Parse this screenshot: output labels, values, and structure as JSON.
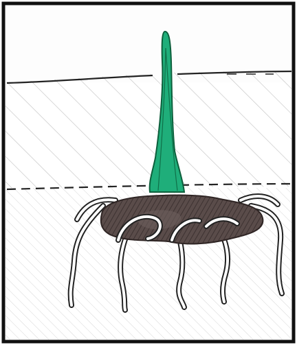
{
  "colors": {
    "border": "#111111",
    "sky": "#fdfdfd",
    "upper_soil_hatch": "#c8c8c8",
    "lower_soil_hatch": "#d6d6d6",
    "soil_line": "#222222",
    "shoot": "#1fae7a",
    "shoot_outline": "#0d5f3c",
    "tuber": "#5a4c4a",
    "tuber_dark": "#2f2524",
    "root_fill": "#ffffff",
    "root_outline": "#222222"
  },
  "icons": {
    "shoot": "green-sprout-shape",
    "tuber": "dark-tuber-blob",
    "roots": "curly-root-strands"
  }
}
